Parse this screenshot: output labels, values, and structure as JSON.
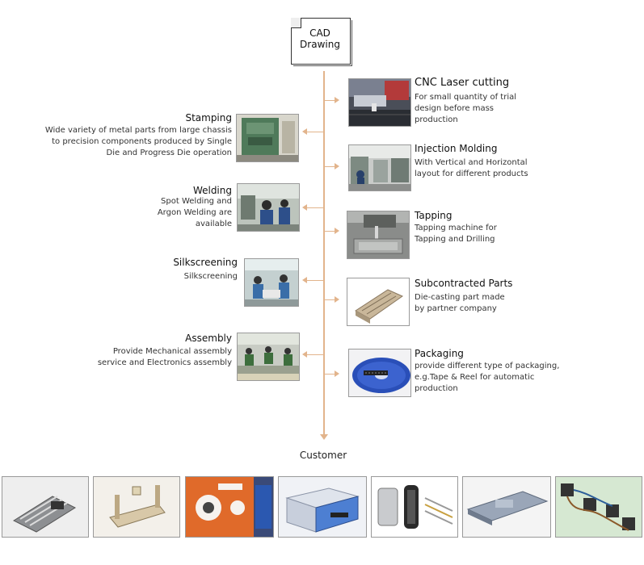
{
  "start": {
    "label_line1": "CAD",
    "label_line2": "Drawing"
  },
  "end": {
    "label": "Customer"
  },
  "left_steps": [
    {
      "title": "Stamping",
      "description": "Wide variety of metal parts from large chassis\nto precision components produced by Single\nDie and Progress Die operation",
      "image_icon": "stamping-press-photo"
    },
    {
      "title": "Welding",
      "description": "Spot Welding and\nArgon Welding are\navailable",
      "image_icon": "welding-workers-photo"
    },
    {
      "title": "Silkscreening",
      "description": "Silkscreening",
      "image_icon": "silkscreen-workers-photo"
    },
    {
      "title": "Assembly",
      "description": "Provide Mechanical assembly\nservice and Electronics assembly",
      "image_icon": "assembly-line-photo"
    }
  ],
  "right_steps": [
    {
      "title": "CNC  Laser cutting",
      "description": "For small quantity of trial\ndesign before mass\nproduction",
      "image_icon": "laser-cutter-photo"
    },
    {
      "title": "Injection Molding",
      "description": "With Vertical and Horizontal\nlayout for different products",
      "image_icon": "injection-molding-photo"
    },
    {
      "title": "Tapping",
      "description": "Tapping machine for\nTapping and Drilling",
      "image_icon": "tapping-machine-photo"
    },
    {
      "title": "Subcontracted Parts",
      "description": "Die-casting part made\nby partner company",
      "image_icon": "die-cast-part-photo"
    },
    {
      "title": "Packaging",
      "description": "provide different type of packaging,\ne.g.Tape & Reel for automatic\nproduction",
      "image_icon": "tape-reel-photo"
    }
  ],
  "product_strip": [
    {
      "icon": "heatsink-product-photo"
    },
    {
      "icon": "bracket-product-photo"
    },
    {
      "icon": "orange-device-product-photo"
    },
    {
      "icon": "blue-box-product-photo"
    },
    {
      "icon": "connectors-product-photo"
    },
    {
      "icon": "rack-tray-product-photo"
    },
    {
      "icon": "cable-harness-product-photo"
    }
  ],
  "colors": {
    "connector": "#e2b48c",
    "frame": "#9a9a9a",
    "packaging_blue": "#2a4fb8"
  }
}
